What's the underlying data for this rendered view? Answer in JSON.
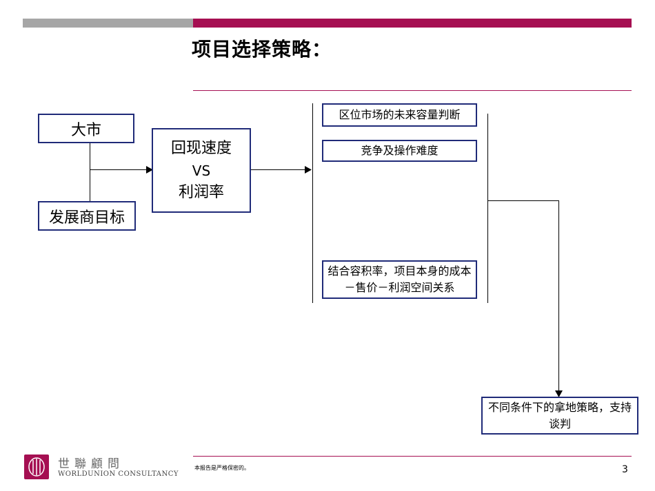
{
  "title": "项目选择策略：",
  "left_boxes": {
    "top": "大市",
    "bottom": "发展商目标"
  },
  "center_box": {
    "line1": "回现速度",
    "line2": "VS",
    "line3": "利润率"
  },
  "factors": [
    "区位市场的未来容量判断",
    "竞争及操作难度",
    "结合容积率，项目本身的成本－售价－利润空间关系"
  ],
  "result_box": "不同条件下的拿地策略，支持谈判",
  "footer": {
    "logo_cn": "世聯顧問",
    "logo_en": "WORLDUNION CONSULTANCY",
    "confidential": "本报告是严格保密的。",
    "page_number": "3"
  },
  "colors": {
    "accent": "#a50f52",
    "gray_bar": "#a6a6a6",
    "box_border": "#1f2a78"
  }
}
